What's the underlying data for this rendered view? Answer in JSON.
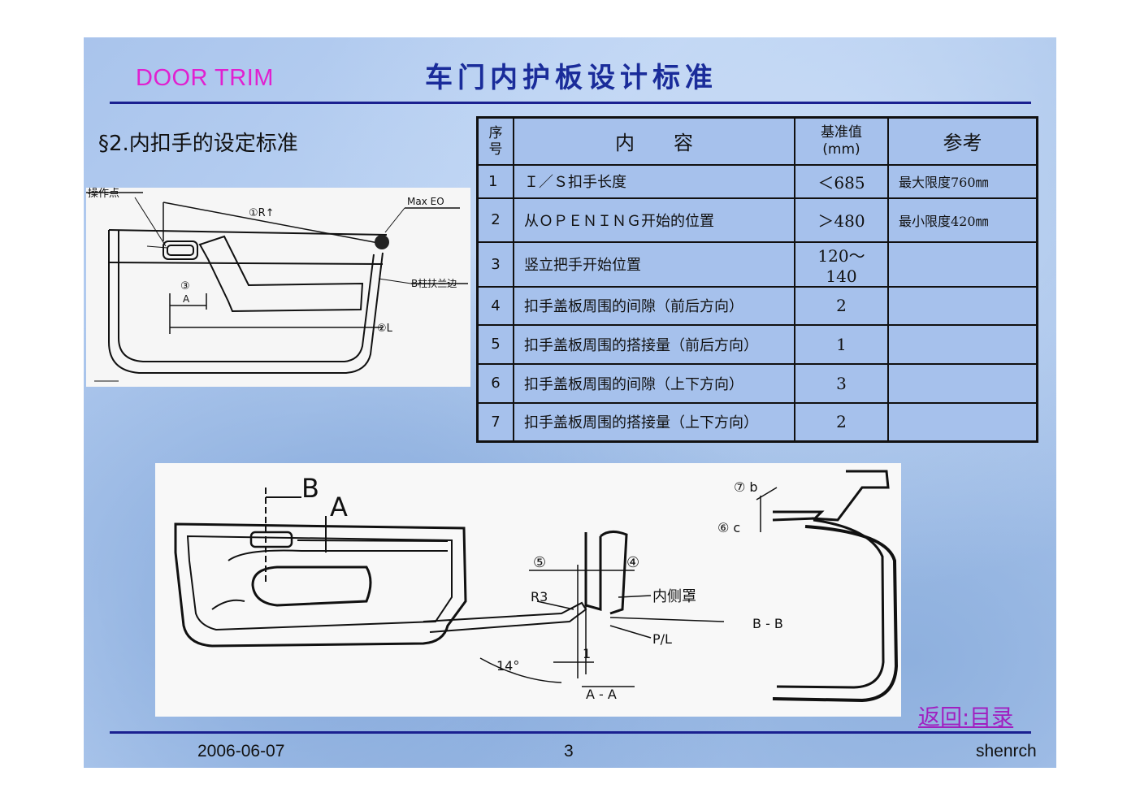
{
  "header": {
    "brand": "DOOR  TRIM",
    "title": "车门内护板设计标准"
  },
  "section_title": "§2.内扣手的设定标准",
  "table": {
    "headers": {
      "no": "序号",
      "content": "内　　容",
      "base": "基准值\n(mm)",
      "ref": "参考"
    },
    "rows": [
      {
        "no": "1",
        "content": "Ｉ／Ｓ扣手长度",
        "base": "＜685",
        "ref": "最大限度760㎜"
      },
      {
        "no": "2",
        "content": "从ＯＰＥＮＩＮＧ开始的位置",
        "base": "＞480",
        "ref": "最小限度420㎜"
      },
      {
        "no": "3",
        "content": "竖立把手开始位置",
        "base": "120～140",
        "ref": ""
      },
      {
        "no": "4",
        "content": "扣手盖板周围的间隙（前后方向）",
        "base": "2",
        "ref": ""
      },
      {
        "no": "5",
        "content": "扣手盖板周围的搭接量（前后方向）",
        "base": "1",
        "ref": ""
      },
      {
        "no": "6",
        "content": "扣手盖板周围的间隙（上下方向）",
        "base": "3",
        "ref": ""
      },
      {
        "no": "7",
        "content": "扣手盖板周围的搭接量（上下方向）",
        "base": "2",
        "ref": ""
      }
    ]
  },
  "figure1": {
    "labels": {
      "operation_point": "操作点",
      "r1": "①R↑",
      "max_eo": "Max EO",
      "b_pillar": "B柱扶兰边",
      "l2": "②L",
      "a3": "③",
      "a": "A"
    }
  },
  "figure2": {
    "labels": {
      "b": "B",
      "a": "A",
      "n5": "⑤",
      "n4": "④",
      "r3": "R3",
      "inner": "内侧罩",
      "bb": "B - B",
      "pl": "P/L",
      "deg": "14°",
      "one": "1",
      "aa": "A - A",
      "n7": "⑦ b",
      "n6": "⑥ c"
    }
  },
  "back_link": "返回:目录",
  "footer": {
    "date": "2006-06-07",
    "page": "3",
    "author": "shenrch"
  },
  "colors": {
    "brand": "#e020d0",
    "title": "#1a2c9a",
    "rule": "#1a2090",
    "link": "#a020c0",
    "table_bg": "#a6c1ec"
  }
}
